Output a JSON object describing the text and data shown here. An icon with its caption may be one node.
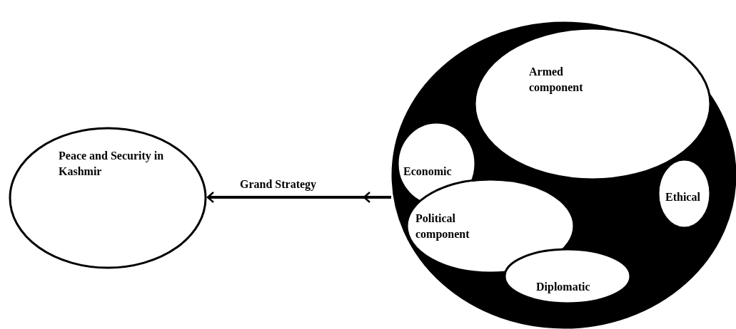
{
  "diagram": {
    "nodes": [
      {
        "text": [
          "Peace and Security in Kashmir"
        ]
      },
      {
        "text": [],
        "shape": "circle"
      },
      {
        "text": [
          "Armed component"
        ],
        "in": 1
      },
      {
        "text": [
          "Economic"
        ],
        "in": 1
      },
      {
        "text": [
          "Political component"
        ],
        "in": 1
      },
      {
        "text": [
          "Ethical"
        ],
        "in": 1
      },
      {
        "text": [
          "Diplomatic"
        ],
        "in": 1
      }
    ],
    "edges": [
      {
        "from": 1,
        "to": 0,
        "arrow": "to",
        "label": "Grand Strategy"
      }
    ]
  }
}
